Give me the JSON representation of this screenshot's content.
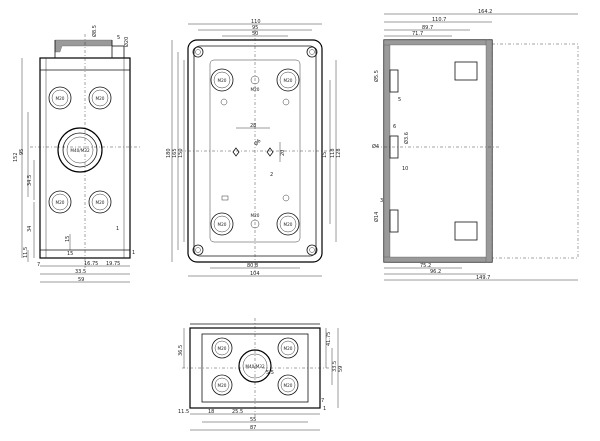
{
  "colors": {
    "line": "#111111",
    "background": "#ffffff",
    "hatch": "#9a9a9a"
  },
  "views": {
    "side_left": {
      "dims": [
        "Ø8.5",
        "5",
        "Ø20",
        "152",
        "95",
        "34.5",
        "34",
        "15",
        "11.5",
        "7",
        "16.75",
        "19.75",
        "33.5",
        "59",
        "15",
        "1",
        "1"
      ],
      "labels": [
        "M20",
        "M20",
        "M40/M32",
        "M20",
        "M20"
      ]
    },
    "front": {
      "dims": [
        "110",
        "95",
        "50",
        "28",
        "Ø6",
        "20",
        "2",
        "80.8",
        "104",
        "180",
        "165",
        "150",
        "118",
        "128",
        "15"
      ],
      "labels": [
        "M20",
        "M20",
        "M20",
        "M20",
        "M20",
        "M20"
      ]
    },
    "side_right": {
      "dims": [
        "164.2",
        "110.7",
        "89.7",
        "71.7",
        "Ø5.5",
        "5",
        "Ø3.6",
        "Ø14",
        "Ø4",
        "6",
        "10",
        "3",
        "75.2",
        "96.2",
        "149.7"
      ]
    },
    "bottom": {
      "dims": [
        "36.5",
        "11.5",
        "18",
        "25.5",
        "55",
        "87",
        "41.75",
        "33.5",
        "59",
        "1",
        "5.5",
        "7"
      ],
      "labels": [
        "M20",
        "M20",
        "M40/M32",
        "M20",
        "M20"
      ]
    }
  }
}
